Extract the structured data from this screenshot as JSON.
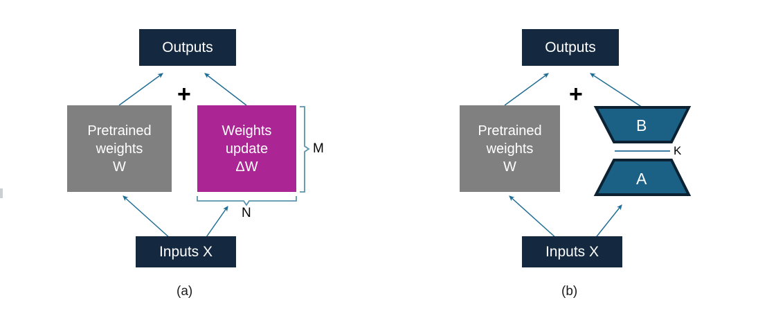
{
  "figure": {
    "title": "LoRA low-rank adaptation diagram",
    "background_color": "#ffffff"
  },
  "colors": {
    "dark_navy": "#14293F",
    "gray": "#808080",
    "magenta": "#AC2595",
    "teal_blue": "#1F6C94",
    "trapezoid_fill": "#1B6186",
    "trapezoid_stroke": "#0C2233",
    "brace": "#5A93AC",
    "text_light": "#FFFFFF",
    "text_dark": "#000000"
  },
  "panels": [
    {
      "id": "a",
      "caption": "(a)",
      "outputs": {
        "label": "Outputs"
      },
      "inputs": {
        "label": "Inputs X"
      },
      "plus": "+",
      "pretrained": {
        "line1": "Pretrained",
        "line2": "weights",
        "line3": "W"
      },
      "update": {
        "line1": "Weights",
        "line2": "update",
        "line3": "ΔW"
      },
      "dim_vertical": "M",
      "dim_horizontal": "N"
    },
    {
      "id": "b",
      "caption": "(b)",
      "outputs": {
        "label": "Outputs"
      },
      "inputs": {
        "label": "Inputs X"
      },
      "plus": "+",
      "pretrained": {
        "line1": "Pretrained",
        "line2": "weights",
        "line3": "W"
      },
      "matrix_b": "B",
      "matrix_a": "A",
      "rank_label": "K"
    }
  ]
}
